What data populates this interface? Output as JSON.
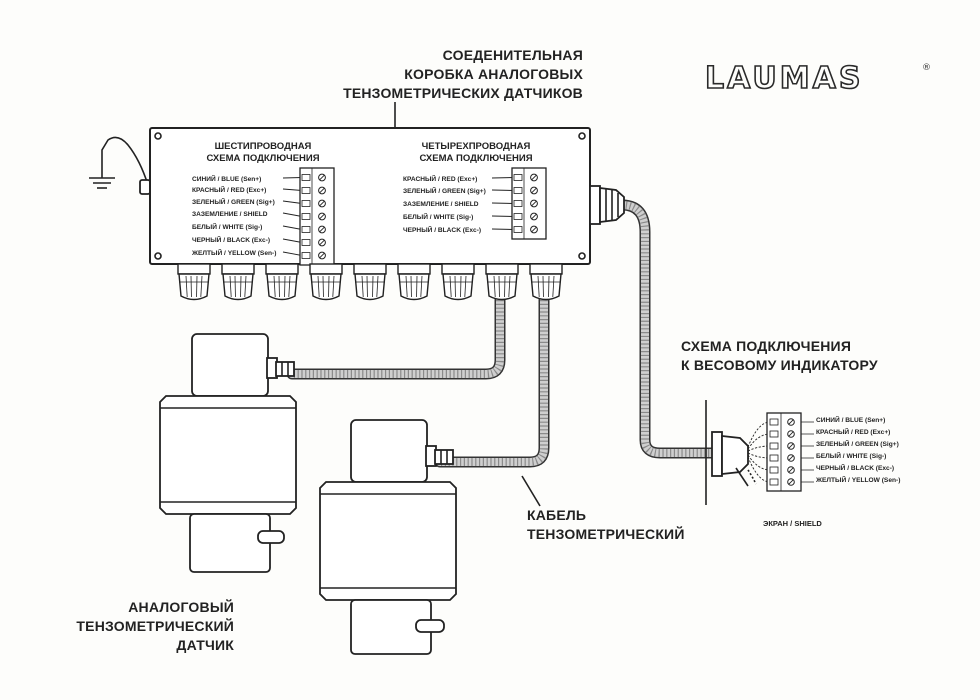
{
  "brand": {
    "name": "LAUMAS",
    "registered": "®"
  },
  "junction_box_title": [
    "СОЕДЕНИТЕЛЬНАЯ",
    "КОРОБКА АНАЛОГОВЫХ",
    "ТЕНЗОМЕТРИЧЕСКИХ ДАТЧИКОВ"
  ],
  "six_wire": {
    "header": [
      "ШЕСТИПРОВОДНАЯ",
      "СХЕМА ПОДКЛЮЧЕНИЯ"
    ],
    "wires": [
      "СИНИЙ / BLUE (Sen+)",
      "КРАСНЫЙ / RED (Exc+)",
      "ЗЕЛЕНЫЙ / GREEN (Sig+)",
      "ЗАЗЕМЛЕНИЕ / SHIELD",
      "БЕЛЫЙ / WHITE (Sig-)",
      "ЧЕРНЫЙ / BLACK (Exc-)",
      "ЖЕЛТЫЙ / YELLOW (Sen-)"
    ]
  },
  "four_wire": {
    "header": [
      "ЧЕТЫРЕХПРОВОДНАЯ",
      "СХЕМА ПОДКЛЮЧЕНИЯ"
    ],
    "wires": [
      "КРАСНЫЙ / RED (Exc+)",
      "ЗЕЛЕНЫЙ / GREEN (Sig+)",
      "ЗАЗЕМЛЕНИЕ / SHIELD",
      "БЕЛЫЙ / WHITE (Sig-)",
      "ЧЕРНЫЙ / BLACK (Exc-)"
    ]
  },
  "indicator": {
    "title": [
      "СХЕМА ПОДКЛЮЧЕНИЯ",
      "К ВЕСОВОМУ ИНДИКАТОРУ"
    ],
    "wires": [
      "СИНИЙ / BLUE (Sen+)",
      "КРАСНЫЙ / RED (Exc+)",
      "ЗЕЛЕНЫЙ / GREEN (Sig+)",
      "БЕЛЫЙ / WHITE (Sig-)",
      "ЧЕРНЫЙ / BLACK (Exc-)",
      "ЖЕЛТЫЙ / YELLOW (Sen-)"
    ],
    "shield_label": "ЭКРАН / SHIELD"
  },
  "cable_label": [
    "КАБЕЛЬ",
    "ТЕНЗОМЕТРИЧЕСКИЙ"
  ],
  "sensor_label": [
    "АНАЛОГОВЫЙ",
    "ТЕНЗОМЕТРИЧЕСКИЙ",
    "ДАТЧИК"
  ],
  "gland_count": 9,
  "colors": {
    "ink": "#222222",
    "cable_fill": "#cfcfcf",
    "background": "#fdfdfb"
  }
}
